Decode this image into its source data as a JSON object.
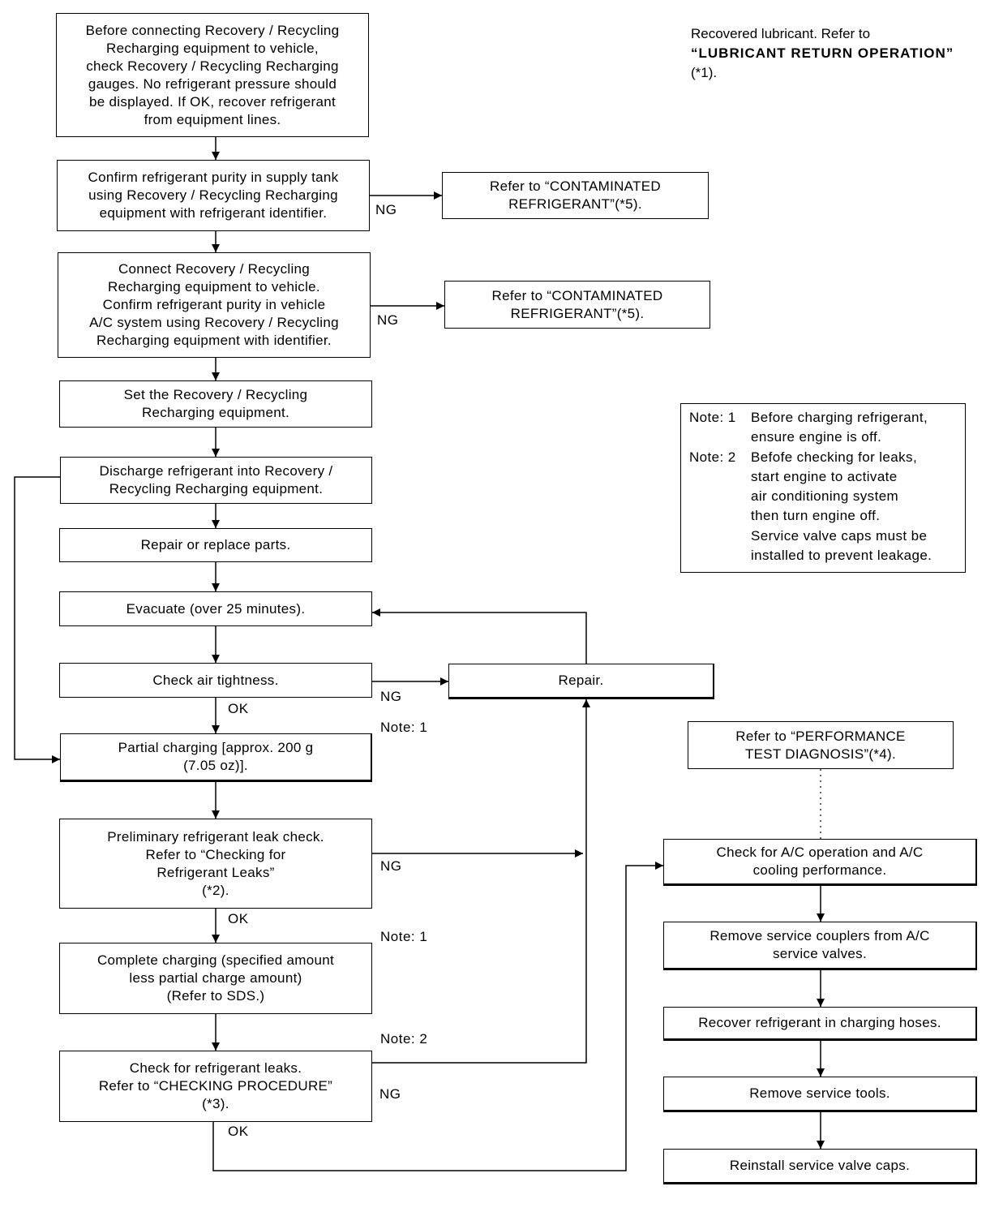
{
  "boxes": {
    "b1": "Before connecting Recovery / Recycling\nRecharging equipment to vehicle,\ncheck Recovery / Recycling Recharging\ngauges. No refrigerant pressure should\nbe displayed. If OK, recover refrigerant\nfrom equipment lines.",
    "b2": "Confirm refrigerant purity in supply tank\nusing Recovery / Recycling Recharging\nequipment with refrigerant identifier.",
    "b2r": "Refer to “CONTAMINATED\nREFRIGERANT”(*5).",
    "b3": "Connect Recovery / Recycling\nRecharging equipment to vehicle.\nConfirm refrigerant purity in vehicle\nA/C system using Recovery / Recycling\nRecharging equipment with identifier.",
    "b3r": "Refer to “CONTAMINATED\nREFRIGERANT”(*5).",
    "b4": "Set the Recovery / Recycling\nRecharging equipment.",
    "b5": "Discharge refrigerant into Recovery /\nRecycling Recharging equipment.",
    "b6": "Repair or replace parts.",
    "b7": "Evacuate (over 25 minutes).",
    "b8": "Check air tightness.",
    "repair": "Repair.",
    "b9": "Partial charging [approx. 200 g\n(7.05 oz)].",
    "b10": "Preliminary refrigerant leak check.\nRefer to “Checking for\nRefrigerant Leaks”\n(*2).",
    "b11": "Complete charging (specified amount\nless partial charge amount)\n(Refer to SDS.)",
    "b12": "Check for refrigerant leaks.\nRefer to “CHECKING PROCEDURE”\n(*3).",
    "perf": "Refer to “PERFORMANCE\nTEST DIAGNOSIS”(*4).",
    "r1": "Check for A/C operation and A/C\ncooling performance.",
    "r2": "Remove service couplers from A/C\nservice valves.",
    "r3": "Recover refrigerant in charging hoses.",
    "r4": "Remove service tools.",
    "r5": "Reinstall service valve caps."
  },
  "labels": {
    "ng": "NG",
    "ok": "OK",
    "note1": "Note: 1",
    "note2": "Note: 2"
  },
  "top_note": {
    "line1": "Recovered lubricant. Refer to",
    "line2": "“LUBRICANT RETURN OPERATION”",
    "line3": "(*1)."
  },
  "notes": [
    {
      "key": "Note: 1",
      "text": "Before charging refrigerant,\nensure engine is off."
    },
    {
      "key": "Note: 2",
      "text": "Befofe checking for leaks,\nstart engine to activate\nair conditioning system\nthen turn engine off.\nService valve caps must be\ninstalled to prevent leakage."
    }
  ]
}
